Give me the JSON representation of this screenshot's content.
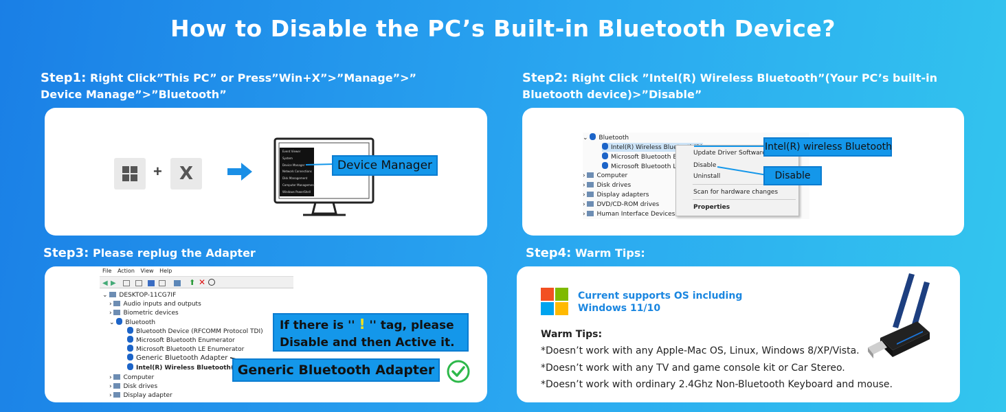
{
  "title": "How to Disable  the PC’s Built-in Bluetooth Device?",
  "step1": {
    "label": "Step1:",
    "text_line1": "Right Click”This PC” or Press”Win+X”>”Manage”>”",
    "text_line2": "Device Manage”>”Bluetooth”",
    "plus": "+",
    "key_x": "X",
    "callout": "Device Manager",
    "menu_items": [
      "Event Viewer",
      "System",
      "Device Manager",
      "Network Connections",
      "Disk Management",
      "Computer Management",
      "Windows PowerShell"
    ]
  },
  "step2": {
    "label": "Step2:",
    "text_line1": "Right Click ”Intel(R) Wireless Bluetooth”(Your PC’s built-in",
    "text_line2": "Bluetooth device)>”Disable”",
    "tree": {
      "root": "Bluetooth",
      "children": [
        "Intel(R) Wireless Bluetooth(R)",
        "Microsoft Bluetooth Enumerator",
        "Microsoft Bluetooth LE Enumerator"
      ],
      "others": [
        "Computer",
        "Disk drives",
        "Display adapters",
        "DVD/CD-ROM drives",
        "Human Interface Devices"
      ]
    },
    "context_menu": [
      "Update Driver Software...",
      "Disable",
      "Uninstall",
      "Scan for hardware changes",
      "Properties"
    ],
    "callout_device": "Intel(R) wireless Bluetooth",
    "callout_disable": "Disable"
  },
  "step3": {
    "label": "Step3:",
    "text": "Please replug the Adapter",
    "menubar": [
      "File",
      "Action",
      "View",
      "Help"
    ],
    "tree": {
      "root": "DESKTOP-11CG7IF",
      "items_before": [
        "Audio inputs and outputs",
        "Biometric devices"
      ],
      "bluetooth": "Bluetooth",
      "bt_children": [
        "Bluetooth Device (RFCOMM Protocol TDI)",
        "Microsoft Bluetooth Enumerator",
        "Microsoft Bluetooth LE Enumerator",
        "Generic Bluetooth Adapter",
        "Intel(R) Wireless Bluetooth(R)"
      ],
      "items_after": [
        "Computer",
        "Disk drives",
        "Display adapter"
      ]
    },
    "warning_line1_a": "If there is '' ",
    "warning_mark": "!",
    "warning_line1_b": " '' tag, please",
    "warning_line2": "Disable and then Active it.",
    "adapter_label": "Generic Bluetooth Adapter"
  },
  "step4": {
    "label": "Step4:",
    "text": "Warm Tips:",
    "os_line1": "Current supports OS including",
    "os_line2": "Windows 11/10",
    "tips_title": "Warm Tips:",
    "tips": [
      "*Doesn’t work with any Apple-Mac OS, Linux, Windows 8/XP/Vista.",
      "*Doesn’t work with any TV and game console kit or Car Stereo.",
      "*Doesn’t work with ordinary 2.4Ghz Non-Bluetooth Keyboard and mouse."
    ]
  },
  "colors": {
    "accent_blue": "#1497ea",
    "warning_yellow": "#f5e21b",
    "check_green": "#2db84a",
    "os_text": "#1a86e0"
  }
}
